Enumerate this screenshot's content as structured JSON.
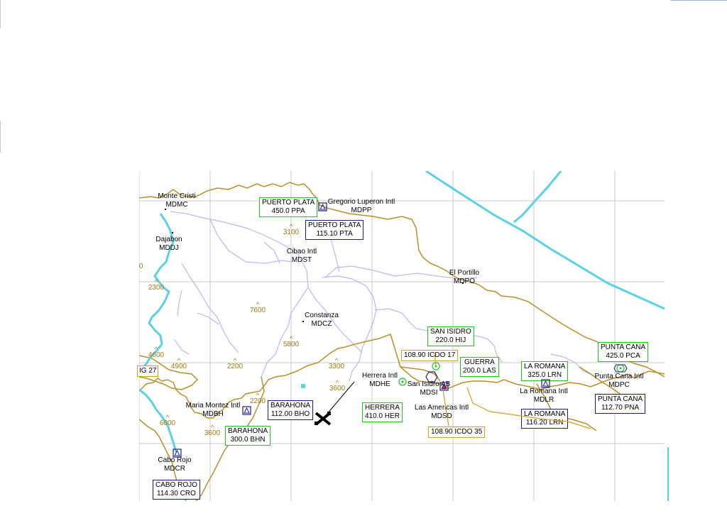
{
  "colors": {
    "coast": "#b8902a",
    "border": "#5ad2e6",
    "river": "#b9b9f0",
    "grid": "#c8c8c8",
    "ndb": "#1cc81c",
    "vor": "#1a1a8a",
    "ils": "#d2a020",
    "elevation": "#a07a10"
  },
  "places": [
    {
      "id": "monte-cristi",
      "name": "Monte Cristi",
      "code": "MDMC"
    },
    {
      "id": "dajabon",
      "name": "Dajabon",
      "code": "MDDJ"
    },
    {
      "id": "gregorio-luperon",
      "name": "Gregorio Luperon Intl",
      "code": "MDPP"
    },
    {
      "id": "cibao",
      "name": "Cibao Intl",
      "code": "MDST"
    },
    {
      "id": "el-portillo",
      "name": "El Portillo",
      "code": "MDPO"
    },
    {
      "id": "constanza",
      "name": "Constanza",
      "code": "MDCZ"
    },
    {
      "id": "herrera",
      "name": "Herrera Intl",
      "code": "MDHE"
    },
    {
      "id": "san-isidro",
      "name": "San Isidro AB",
      "code": "MDSI"
    },
    {
      "id": "las-americas",
      "name": "Las Americas Intl",
      "code": "MDSD"
    },
    {
      "id": "la-romana",
      "name": "La Romana Intl",
      "code": "MDLR"
    },
    {
      "id": "punta-cana",
      "name": "Punta Cana Intl",
      "code": "MDPC"
    },
    {
      "id": "maria-montez",
      "name": "Maria Montez Intl",
      "code": "MDBH"
    },
    {
      "id": "cabo-rojo",
      "name": "Cabo Rojo",
      "code": "MDCR"
    }
  ],
  "navaids": [
    {
      "id": "ndb-puerto-plata",
      "kind": "ndb",
      "name": "PUERTO PLATA",
      "freq": "450.0 PPA"
    },
    {
      "id": "vor-puerto-plata",
      "kind": "vor",
      "name": "PUERTO PLATA",
      "freq": "115.10 PTA"
    },
    {
      "id": "ndb-san-isidro",
      "kind": "ndb",
      "name": "SAN ISIDRO",
      "freq": "220.0 HIJ"
    },
    {
      "id": "ils-icdo-17",
      "kind": "ils",
      "name": "",
      "freq": "108.90 ICDO 17"
    },
    {
      "id": "ndb-guerra",
      "kind": "ndb",
      "name": "GUERRA",
      "freq": "200.0 LAS"
    },
    {
      "id": "ndb-la-romana",
      "kind": "ndb",
      "name": "LA ROMANA",
      "freq": "325.0 LRN"
    },
    {
      "id": "ndb-punta-cana",
      "kind": "ndb",
      "name": "PUNTA CANA",
      "freq": "425.0 PCA"
    },
    {
      "id": "vor-punta-cana",
      "kind": "vor",
      "name": "PUNTA CANA",
      "freq": "112.70 PNA"
    },
    {
      "id": "vor-la-romana",
      "kind": "vor",
      "name": "LA ROMANA",
      "freq": "116.20 LRN"
    },
    {
      "id": "ndb-herrera",
      "kind": "ndb",
      "name": "HERRERA",
      "freq": "410.0 HER"
    },
    {
      "id": "vor-barahona",
      "kind": "vor",
      "name": "BARAHONA",
      "freq": "112.00 BHO"
    },
    {
      "id": "ndb-barahona",
      "kind": "ndb",
      "name": "BARAHONA",
      "freq": "300.0 BHN"
    },
    {
      "id": "ils-icdo-35",
      "kind": "ils",
      "name": "",
      "freq": "108.90 ICDO 35"
    },
    {
      "id": "vor-cabo-rojo",
      "kind": "vor",
      "name": "CABO ROJO",
      "freq": "114.30 CRO"
    }
  ],
  "elevations": [
    "3100",
    "2300",
    "7600",
    "5800",
    "4600",
    "4900",
    "2200",
    "3300",
    "3600",
    "2200",
    "3600",
    "6000"
  ],
  "partial_labels": {
    "left_edge": "IG 27",
    "left_edge_2": "0"
  }
}
